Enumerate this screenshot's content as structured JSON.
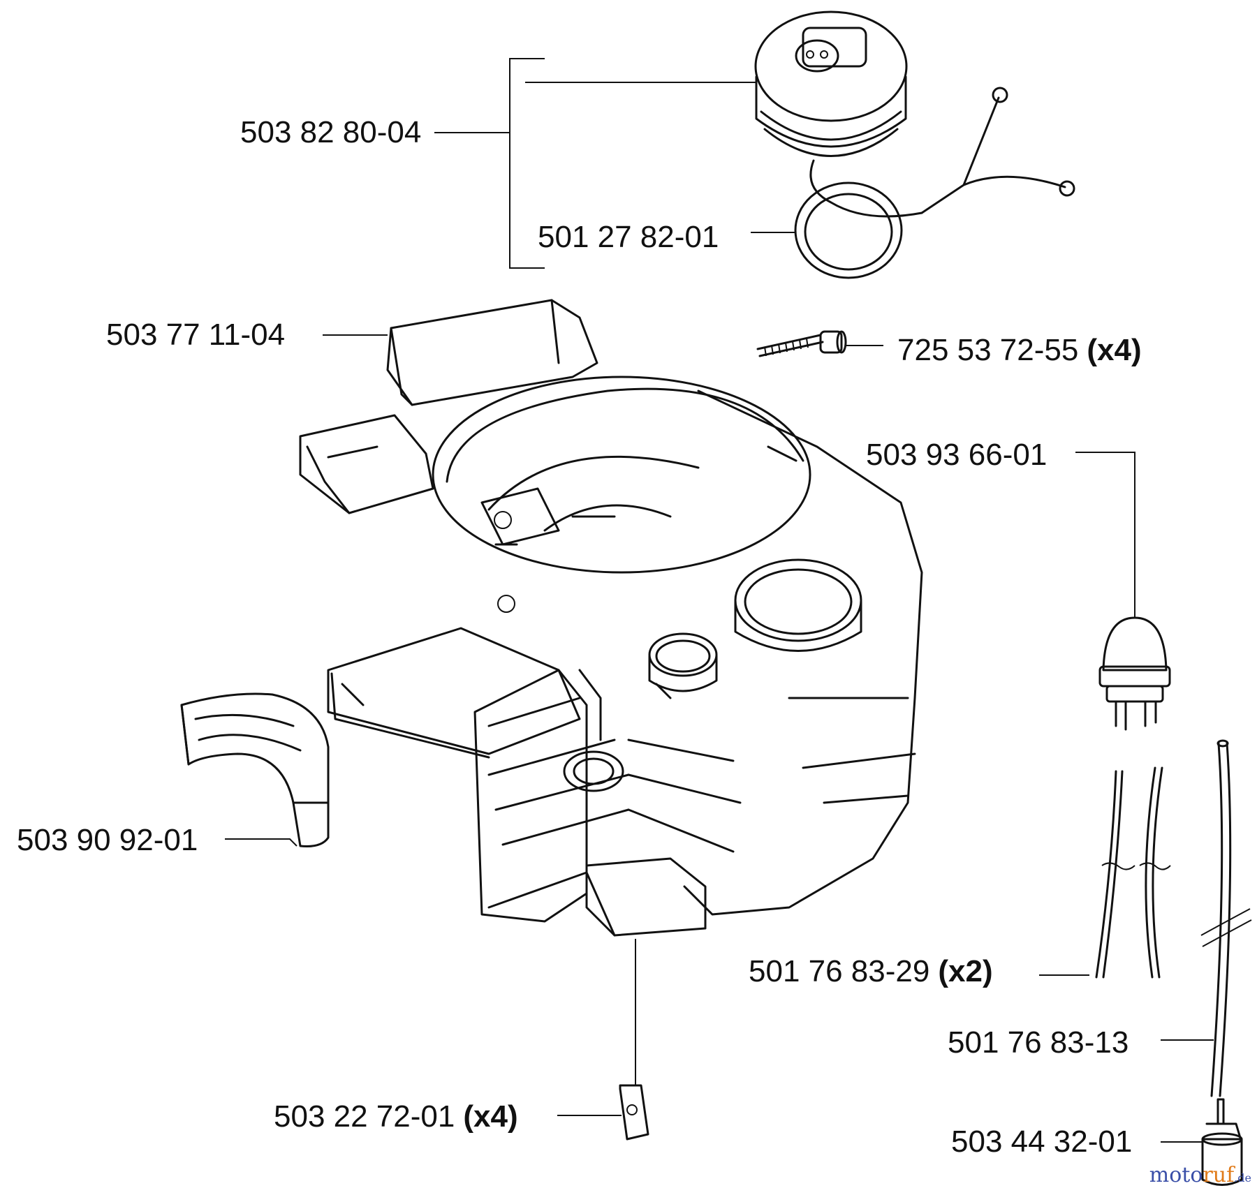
{
  "labels": {
    "fuel_cap": "503 82 80-04",
    "o_ring": "501 27 82-01",
    "tank_body": "503 77 11-04",
    "screw": "725 53 72-55",
    "screw_qty": "(x4)",
    "primer_bulb": "503 93 66-01",
    "insert": "503 90 92-01",
    "fuel_hose": "501 76 83-29",
    "fuel_hose_qty": "(x2)",
    "fuel_pickup_hose": "501 76 83-13",
    "clip": "503 22 72-01",
    "clip_qty": "(x4)",
    "fuel_filter": "503 44 32-01"
  },
  "watermark": {
    "part1": "moto",
    "part2": "ruf",
    "part3": ".de"
  },
  "colors": {
    "line": "#111111",
    "watermark_blue": "#3a4fa8",
    "watermark_orange": "#e07b1a"
  }
}
